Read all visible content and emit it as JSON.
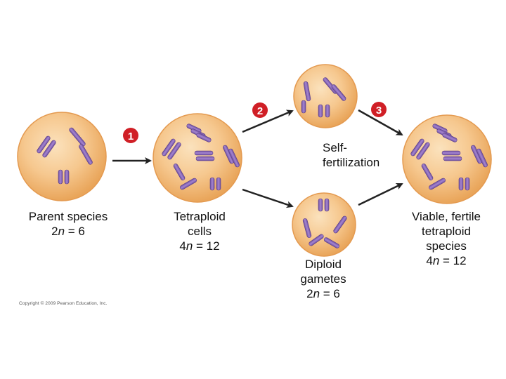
{
  "steps": {
    "s1": "1",
    "s2": "2",
    "s3": "3"
  },
  "labels": {
    "parent_line1": "Parent species",
    "parent_n": "2",
    "parent_rest": " = 6",
    "tetra_line1": "Tetraploid",
    "tetra_line2": "cells",
    "tetra_n": "4",
    "tetra_rest": " = 12",
    "selffert_line1": "Self-",
    "selffert_line2": "fertilization",
    "gametes_line1": "Diploid",
    "gametes_line2": "gametes",
    "gametes_n": "2",
    "gametes_rest": " = 6",
    "viable_line1": "Viable, fertile",
    "viable_line2": "tetraploid",
    "viable_line3": "species",
    "viable_n": "4",
    "viable_rest": " = 12",
    "n_symbol": "n"
  },
  "copyright": "Copyright © 2009 Pearson Education, Inc.",
  "colors": {
    "cell_fill": "#f4c38a",
    "cell_edge": "#e79a4a",
    "chromosome": "#8a64b4",
    "chromosome_dark": "#5c3f86",
    "step_red": "#d01f26",
    "arrow": "#222222"
  }
}
